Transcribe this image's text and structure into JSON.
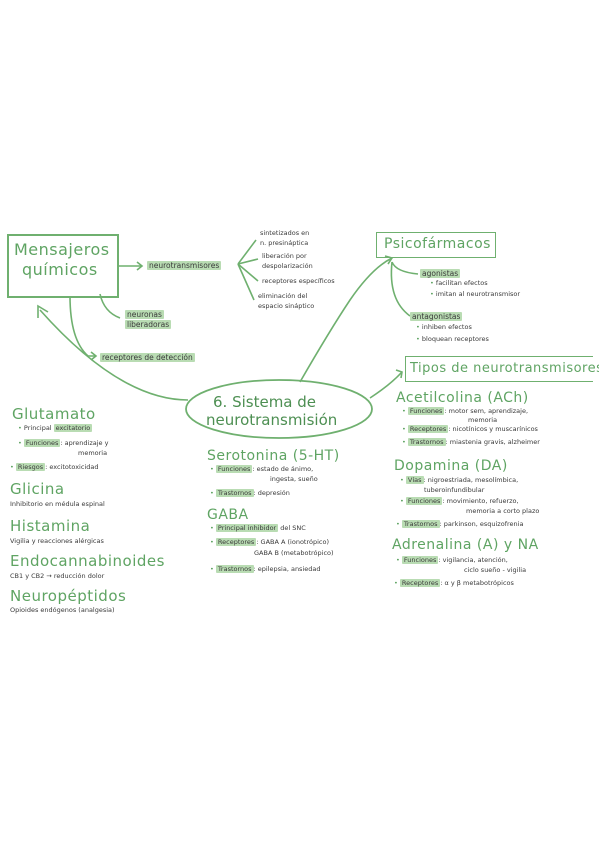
{
  "mensajeros": {
    "title_line1": "Mensajeros",
    "title_line2": "químicos"
  },
  "neurotransmisores": "neurotransmisores",
  "neuronas": {
    "line1": "neuronas",
    "line2": "liberadoras"
  },
  "receptores_deteccion": "receptores de detección",
  "nt_props": [
    "sintetizados en",
    "n. presináptica",
    "liberación por",
    "despolarización",
    "receptores específicos",
    "eliminación del",
    "espacio sináptico"
  ],
  "psicofarmacos": {
    "title": "Psicofármacos",
    "agonistas": "agonistas",
    "agonistas_items": [
      "facilitan efectos",
      "imitan al neurotransmisor"
    ],
    "antagonistas": "antagonistas",
    "antagonistas_items": [
      "inhiben efectos",
      "bloquean receptores"
    ]
  },
  "central": {
    "line1": "6. Sistema de",
    "line2": "neurotransmisión"
  },
  "tipos": {
    "title": "Tipos de neurotransmisores",
    "acetilcolina": {
      "title": "Acetilcolina (ACh)",
      "f_label": "Funciones",
      "f_text": ": motor sem, aprendizaje,",
      "f_text2": "memoria",
      "r_label": "Receptores",
      "r_text": ": nicotínicos y muscarínicos",
      "t_label": "Trastornos",
      "t_text": ": miastenia gravis, alzheimer"
    },
    "dopamina": {
      "title": "Dopamina (DA)",
      "v_label": "Vías",
      "v_text": ": nigroestriada, mesolímbica,",
      "v_text2": "tuberoinfundibular",
      "f_label": "Funciones",
      "f_text": ": movimiento, refuerzo,",
      "f_text2": "memoria a corto plazo",
      "t_label": "Trastornos",
      "t_text": ": parkinson, esquizofrenia"
    },
    "adrenalina": {
      "title": "Adrenalina (A) y NA",
      "f_label": "Funciones",
      "f_text": ": vigilancia, atención,",
      "f_text2": "ciclo sueño - vigilia",
      "r_label": "Receptores",
      "r_text": ": α y β metabotrópicos"
    }
  },
  "serotonina": {
    "title": "Serotonina (5-HT)",
    "f_label": "Funciones",
    "f_text": ": estado de ánimo,",
    "f_text2": "ingesta, sueño",
    "t_label": "Trastornos",
    "t_text": ": depresión"
  },
  "gaba": {
    "title": "GABA",
    "p_label": "Principal inhibidor",
    "p_text": " del SNC",
    "r_label": "Receptores",
    "r_text": ": GABA A (ionotrópico)",
    "r_text2": "GABA B (metabotrópico)",
    "t_label": "Trastornos",
    "t_text": ": epilepsia, ansiedad"
  },
  "glutamato": {
    "title": "Glutamato",
    "p_text": "Principal ",
    "p_label": "excitatorio",
    "f_label": "Funciones",
    "f_text": ": aprendizaje y",
    "f_text2": "memoria",
    "r_label": "Riesgos",
    "r_text": ": excitotoxicidad"
  },
  "glicina": {
    "title": "Glicina",
    "text": "Inhibitorio en médula espinal"
  },
  "histamina": {
    "title": "Histamina",
    "text": "Vigilia y reacciones alérgicas"
  },
  "endocannabinoides": {
    "title": "Endocannabinoides",
    "text": "CB1 y CB2 → reducción dolor"
  },
  "neuropeptidos": {
    "title": "Neuropéptidos",
    "text": "Opioides endógenos (analgesia)"
  }
}
